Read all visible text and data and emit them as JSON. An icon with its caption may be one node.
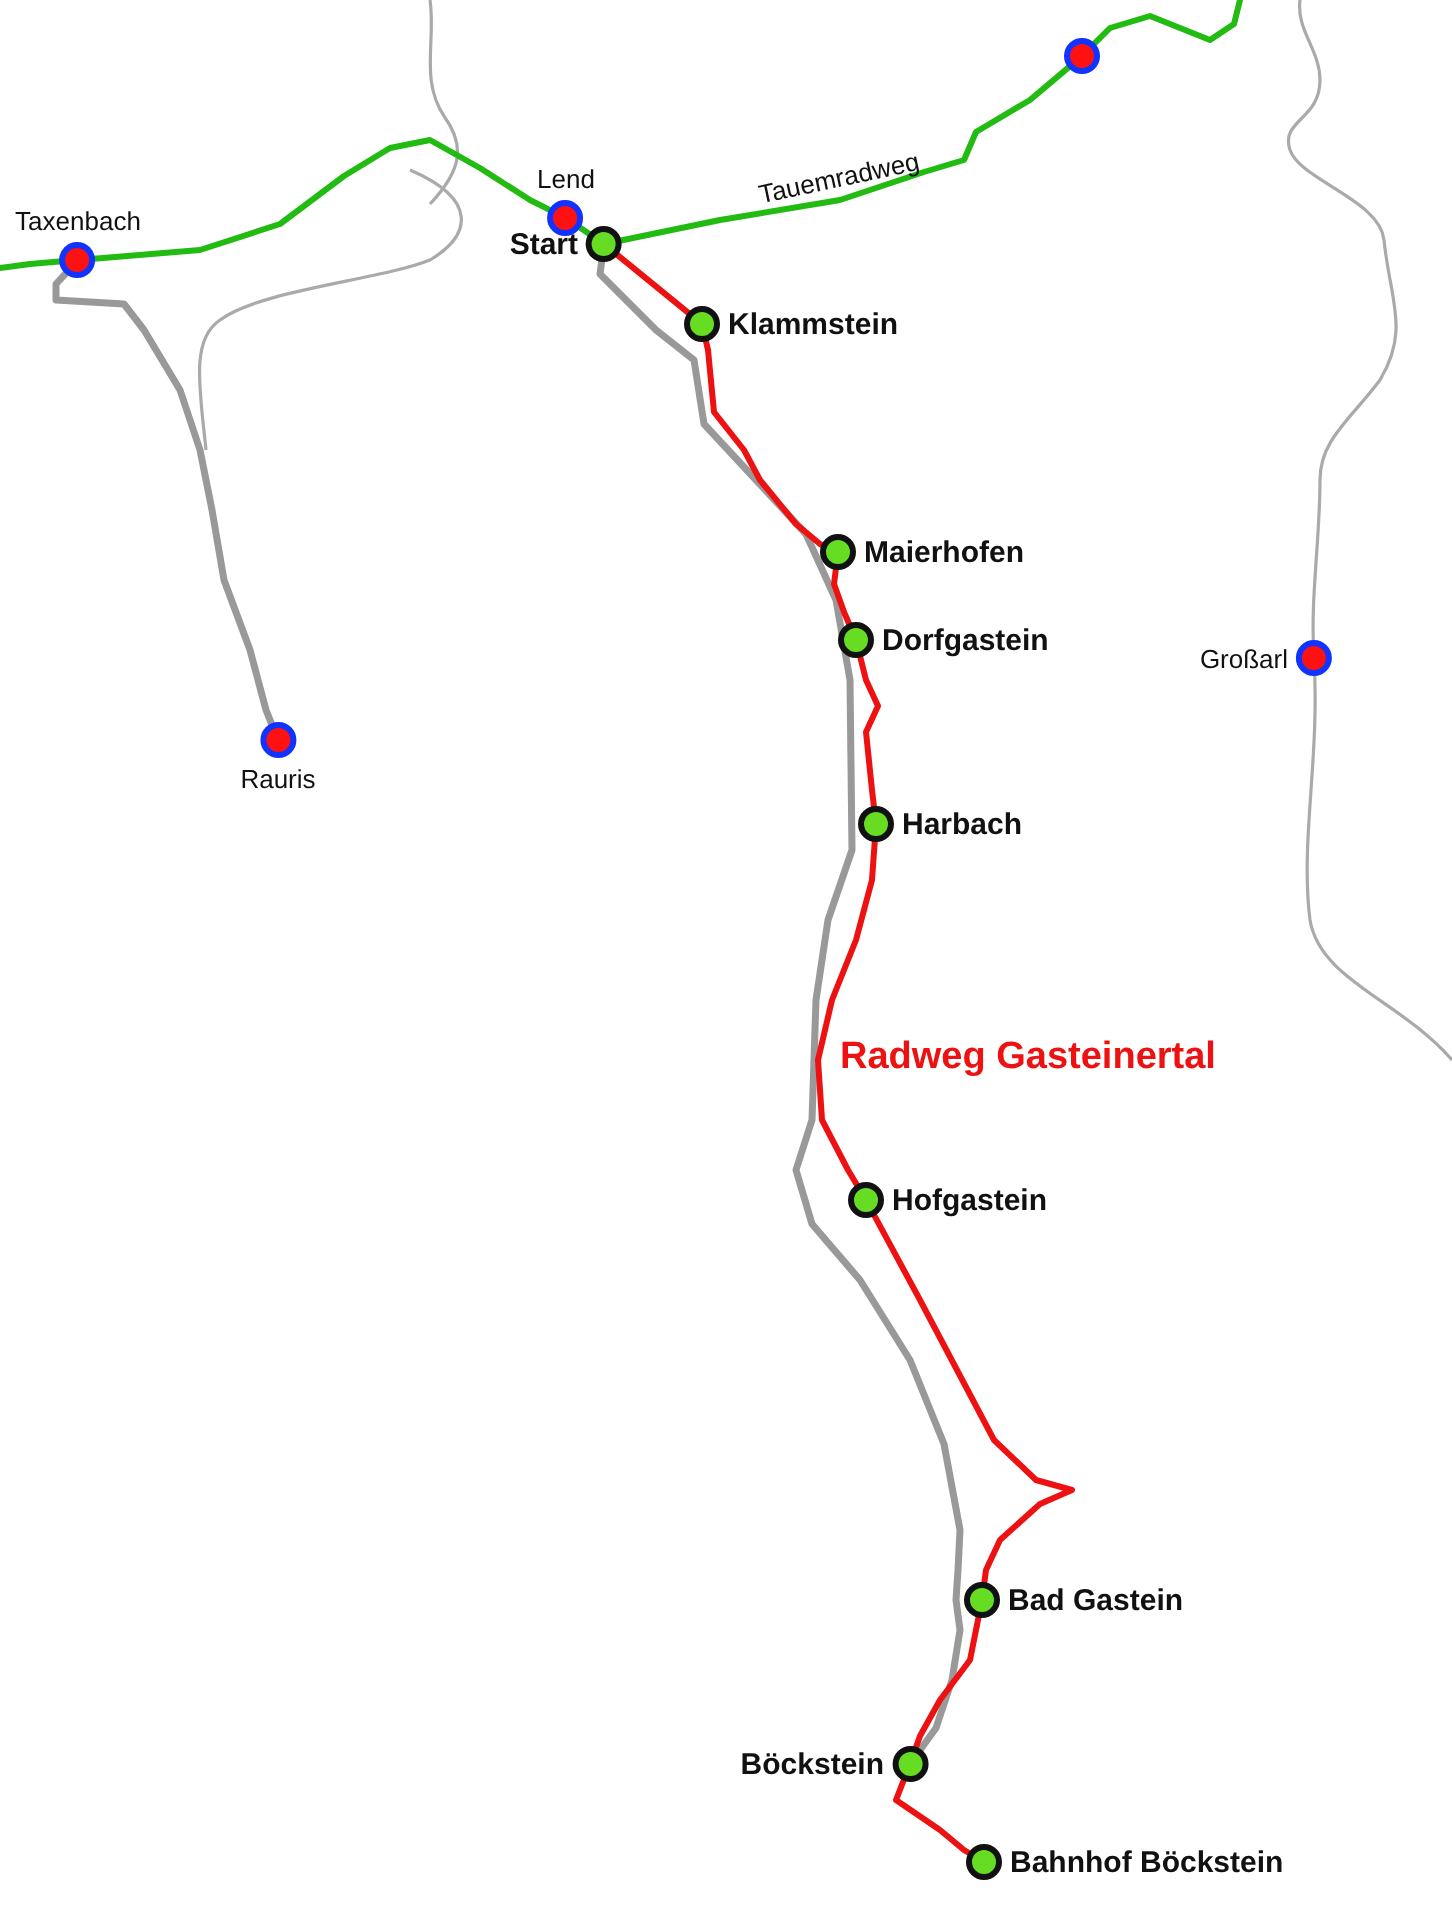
{
  "diagram": {
    "nodes": [
      {
        "text": [
          "Taxenbach"
        ]
      },
      {
        "text": [
          "Lend"
        ]
      },
      {
        "text": [],
        "shape": "circle"
      },
      {
        "text": [
          "Start"
        ]
      },
      {
        "text": [
          "Klammstein"
        ]
      },
      {
        "text": [
          "Maierhofen"
        ]
      },
      {
        "text": [
          "Dorfgastein"
        ]
      },
      {
        "text": [
          "Großarl"
        ]
      },
      {
        "text": [
          "Rauris"
        ]
      },
      {
        "text": [
          "Harbach"
        ]
      },
      {
        "text": [
          "Hofgastein"
        ]
      },
      {
        "text": [
          "Bad Gastein"
        ]
      },
      {
        "text": [
          "Böckstein"
        ]
      },
      {
        "text": [
          "Bahnhof Böckstein"
        ]
      }
    ],
    "edges": [
      {
        "from": null,
        "to": 0,
        "arrow": "none",
        "color": "#22bb11"
      },
      {
        "from": 0,
        "to": 1,
        "arrow": "none",
        "color": "#22bb11"
      },
      {
        "from": 1,
        "to": 3,
        "arrow": "none",
        "color": "#22bb11"
      },
      {
        "from": 3,
        "to": 2,
        "arrow": "none",
        "color": "#22bb11",
        "label": "Tauemradweg"
      },
      {
        "from": 2,
        "to": null,
        "arrow": "none",
        "color": "#22bb11"
      },
      {
        "from": 0,
        "to": 8,
        "arrow": "none",
        "color": "#999999"
      },
      {
        "from": 3,
        "to": 12,
        "arrow": "none",
        "color": "#999999"
      },
      {
        "from": 3,
        "to": 4,
        "arrow": "none"
      },
      {
        "from": 4,
        "to": 5,
        "arrow": "none"
      },
      {
        "from": 5,
        "to": 6,
        "arrow": "none"
      },
      {
        "from": 6,
        "to": 9,
        "arrow": "none"
      },
      {
        "from": 9,
        "to": 10,
        "arrow": "none"
      },
      {
        "from": 10,
        "to": 11,
        "arrow": "none"
      },
      {
        "from": 11,
        "to": 12,
        "arrow": "none"
      },
      {
        "from": 12,
        "to": 13,
        "arrow": "none"
      }
    ],
    "labels": [
      "Radweg Gasteinertal"
    ]
  }
}
